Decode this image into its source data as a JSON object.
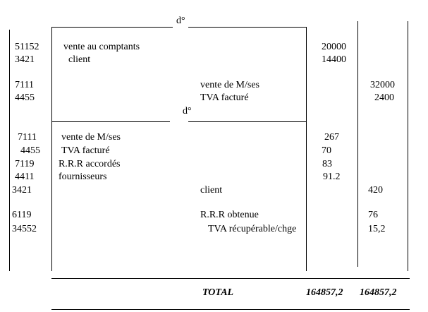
{
  "journal": {
    "entry1": {
      "date": "d°",
      "lines": [
        {
          "account": "51152",
          "label": "vente au comptants",
          "debit": "20000",
          "credit": ""
        },
        {
          "account": "3421",
          "label": "client",
          "debit": "14400",
          "credit": ""
        },
        {
          "account": "7111",
          "label": "vente de M/ses",
          "debit": "",
          "credit": "32000"
        },
        {
          "account": "4455",
          "label": "TVA facturé",
          "debit": "",
          "credit": "2400"
        }
      ]
    },
    "entry2": {
      "date": "d°",
      "lines": [
        {
          "account": "7111",
          "label": "vente de M/ses",
          "debit": "267",
          "credit": ""
        },
        {
          "account": "4455",
          "label": "TVA facturé",
          "debit": "70",
          "credit": ""
        },
        {
          "account": "7119",
          "label": "R.R.R accordés",
          "debit": "83",
          "credit": ""
        },
        {
          "account": "4411",
          "label": "fournisseurs",
          "debit": "91.2",
          "credit": ""
        },
        {
          "account": "3421",
          "label": "client",
          "debit": "",
          "credit": "420"
        },
        {
          "account": "6119",
          "label": "R.R.R obtenue",
          "debit": "",
          "credit": "76"
        },
        {
          "account": "34552",
          "label": "TVA récupérable/chge",
          "debit": "",
          "credit": "15,2"
        }
      ]
    },
    "totals": {
      "label": "TOTAL",
      "debit": "164857,2",
      "credit": "164857,2"
    }
  }
}
